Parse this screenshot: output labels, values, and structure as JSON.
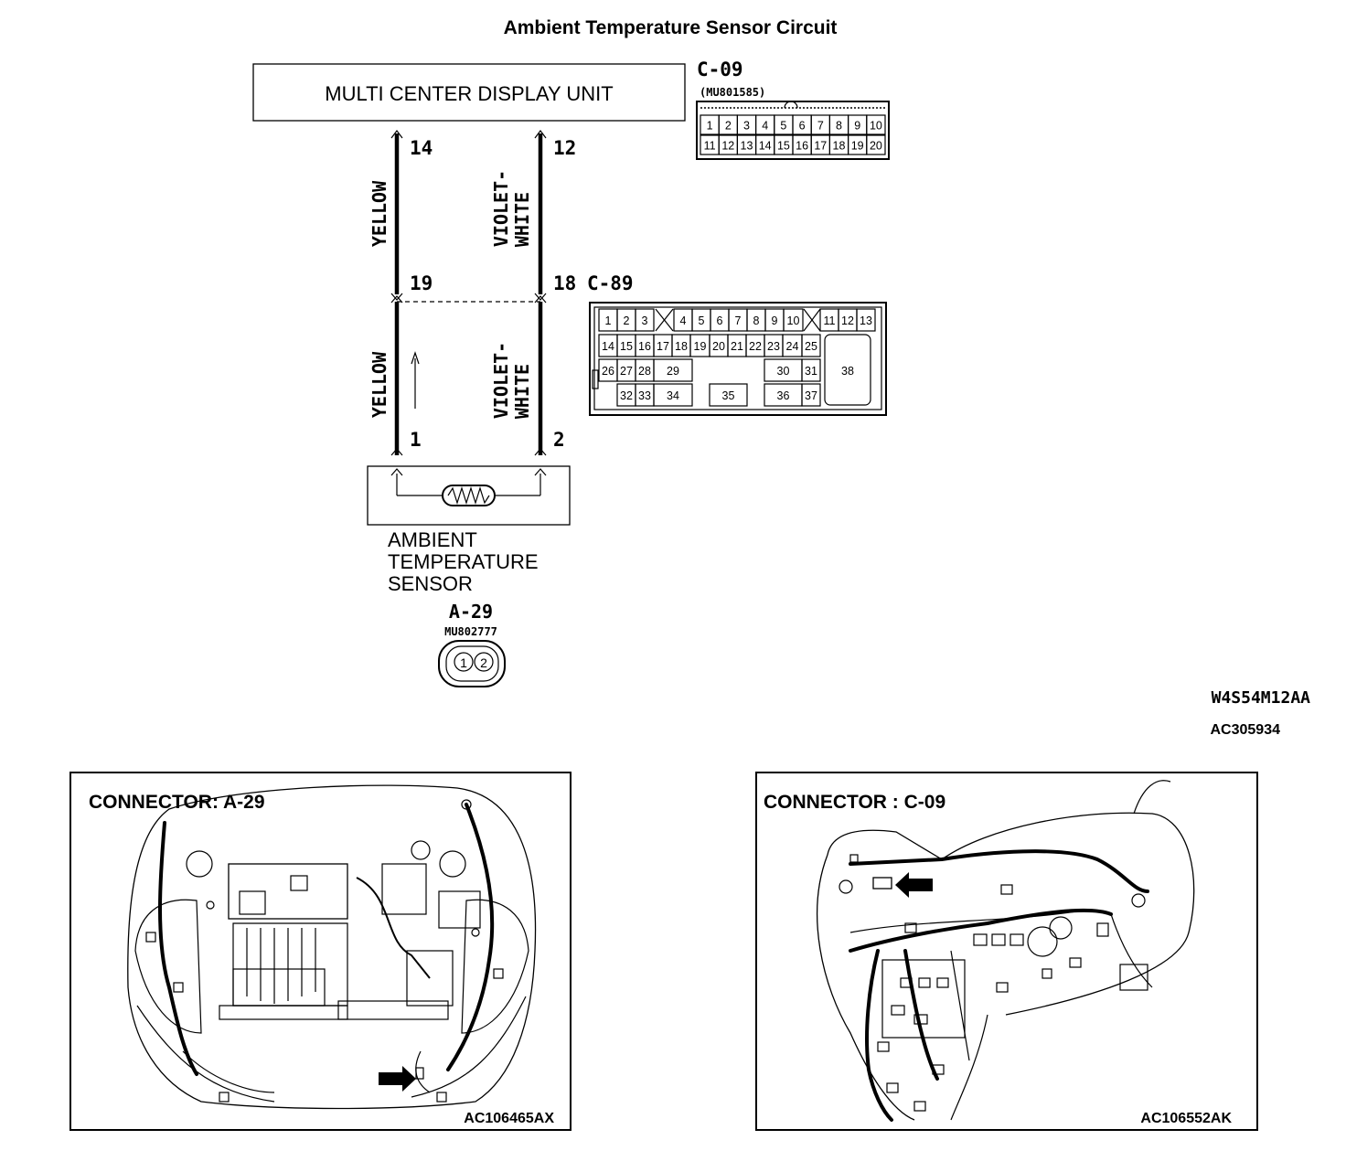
{
  "title": "Ambient Temperature Sensor Circuit",
  "diagram": {
    "unit_label": "MULTI CENTER DISPLAY UNIT",
    "sensor_label": [
      "AMBIENT",
      "TEMPERATURE",
      "SENSOR"
    ],
    "wires": [
      {
        "color": "YELLOW",
        "upper_color_lines": [
          "YELLOW"
        ],
        "lower_color_lines": [
          "YELLOW"
        ],
        "pin_top": "14",
        "pin_mid": "19",
        "pin_bottom": "1"
      },
      {
        "color": "VIOLET-WHITE",
        "upper_color_lines": [
          "VIOLET-",
          "WHITE"
        ],
        "lower_color_lines": [
          "VIOLET-",
          "WHITE"
        ],
        "pin_top": "12",
        "pin_mid": "18",
        "pin_bottom": "2"
      }
    ],
    "connectors": {
      "c09": {
        "name": "C-09",
        "part": "(MU801585)",
        "row1": [
          "1",
          "2",
          "3",
          "4",
          "5",
          "6",
          "7",
          "8",
          "9",
          "10"
        ],
        "row2": [
          "11",
          "12",
          "13",
          "14",
          "15",
          "16",
          "17",
          "18",
          "19",
          "20"
        ]
      },
      "c89": {
        "name": "C-89",
        "pins": [
          "1",
          "2",
          "3",
          "4",
          "5",
          "6",
          "7",
          "8",
          "9",
          "10",
          "11",
          "12",
          "13",
          "14",
          "15",
          "16",
          "17",
          "18",
          "19",
          "20",
          "21",
          "22",
          "23",
          "24",
          "25",
          "26",
          "27",
          "28",
          "29",
          "30",
          "31",
          "32",
          "33",
          "34",
          "35",
          "36",
          "37",
          "38"
        ]
      },
      "a29": {
        "name": "A-29",
        "part": "MU802777",
        "pins": [
          "1",
          "2"
        ]
      }
    },
    "codes": [
      "W4S54M12AA",
      "AC305934"
    ]
  },
  "location_panels": [
    {
      "title": "CONNECTOR: A-29",
      "code": "AC106465AX"
    },
    {
      "title": "CONNECTOR : C-09",
      "code": "AC106552AK"
    }
  ],
  "colors": {
    "ink": "#000000",
    "background": "#ffffff"
  }
}
